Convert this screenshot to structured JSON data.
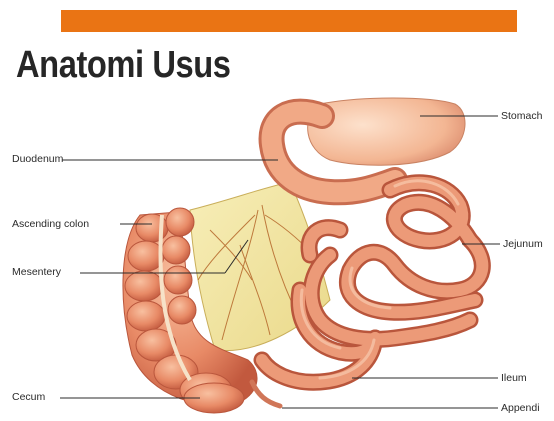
{
  "slide": {
    "title": "Anatomi Usus",
    "accent_color": "#ea7414"
  },
  "diagram": {
    "labels": {
      "stomach": "Stomach",
      "duodenum": "Duodenum",
      "ascending_colon": "Ascending colon",
      "jejunum": "Jejunum",
      "mesentery": "Mesentery",
      "ileum": "Ileum",
      "cecum": "Cecum",
      "appendix": "Appendi"
    }
  }
}
